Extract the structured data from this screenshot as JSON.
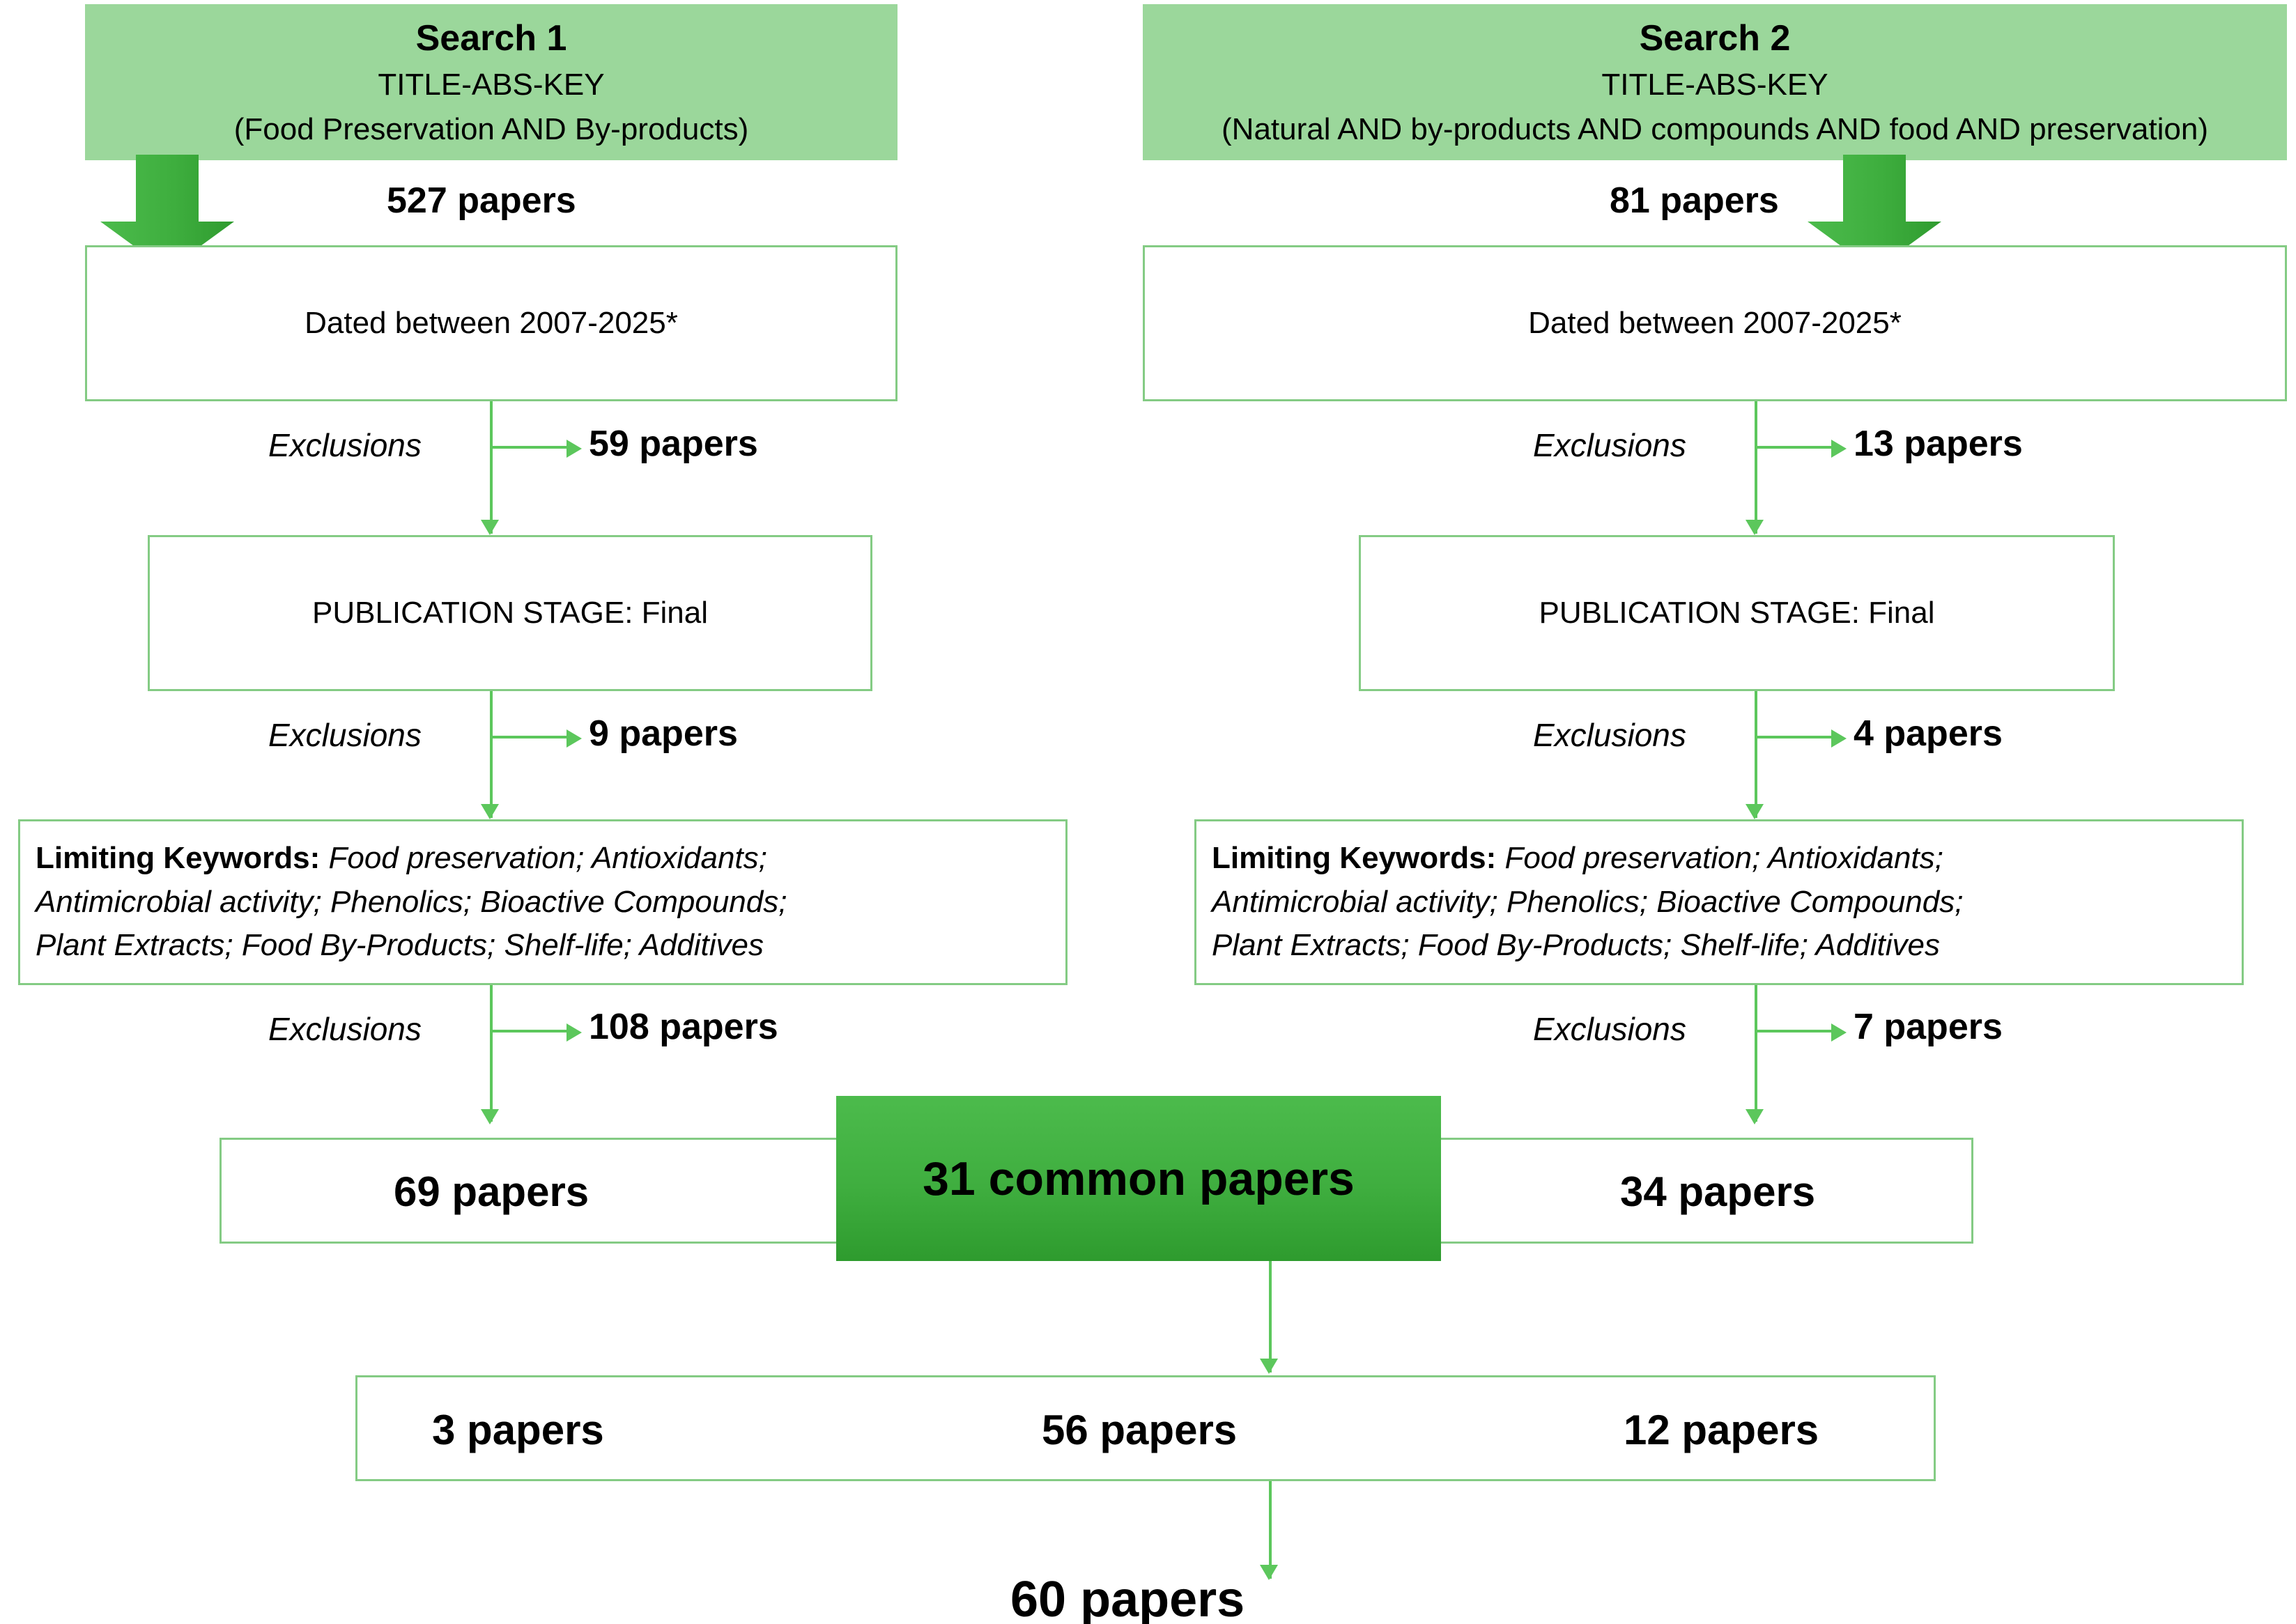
{
  "diagram": {
    "title": "Literature search PRISMA-style flow diagram",
    "colors": {
      "banner_green": "#9BD79B",
      "box_border_green": "#84CB84",
      "arrow_green": "#5CC75C",
      "highlight_green": "#3FAE3F"
    }
  },
  "searches": [
    {
      "id": "search-1",
      "title": "Search 1",
      "field": "TITLE-ABS-KEY",
      "query": "(Food Preservation AND By-products)",
      "initial_count": "527 papers",
      "steps": [
        {
          "box_label": "Dated between 2007-2025*",
          "exclusion_label": "Exclusions",
          "exclusion_count": "59 papers"
        },
        {
          "box_label": "PUBLICATION STAGE: Final",
          "exclusion_label": "Exclusions",
          "exclusion_count": "9 papers"
        }
      ],
      "keywords": {
        "heading": "Limiting Keywords:",
        "list": "Food preservation; Antioxidants; Antimicrobial activity; Phenolics; Bioactive Compounds; Plant Extracts; Food By-Products; Shelf-life; Additives",
        "lines": [
          "Food preservation; Antioxidants;",
          "Antimicrobial activity; Phenolics; Bioactive Compounds;",
          "Plant Extracts; Food By-Products; Shelf-life; Additives"
        ],
        "exclusion_label": "Exclusions",
        "exclusion_count": "108 papers"
      },
      "result_count": "69 papers"
    },
    {
      "id": "search-2",
      "title": "Search 2",
      "field": "TITLE-ABS-KEY",
      "query": "(Natural AND by-products AND compounds AND food AND preservation)",
      "initial_count": "81 papers",
      "steps": [
        {
          "box_label": "Dated between 2007-2025*",
          "exclusion_label": "Exclusions",
          "exclusion_count": "13 papers"
        },
        {
          "box_label": "PUBLICATION STAGE: Final",
          "exclusion_label": "Exclusions",
          "exclusion_count": "4 papers"
        }
      ],
      "keywords": {
        "heading": "Limiting Keywords:",
        "list": "Food preservation; Antioxidants; Antimicrobial activity; Phenolics; Bioactive Compounds; Plant Extracts; Food By-Products; Shelf-life; Additives",
        "lines": [
          "Food preservation; Antioxidants;",
          "Antimicrobial activity; Phenolics; Bioactive Compounds;",
          "Plant Extracts; Food By-Products; Shelf-life; Additives"
        ],
        "exclusion_label": "Exclusions",
        "exclusion_count": "7 papers"
      },
      "result_count": "34 papers"
    }
  ],
  "common": {
    "label": "31 common papers"
  },
  "merge_row": {
    "left": "3 papers",
    "center": "56 papers",
    "right": "12 papers"
  },
  "final": {
    "label": "60 papers"
  }
}
